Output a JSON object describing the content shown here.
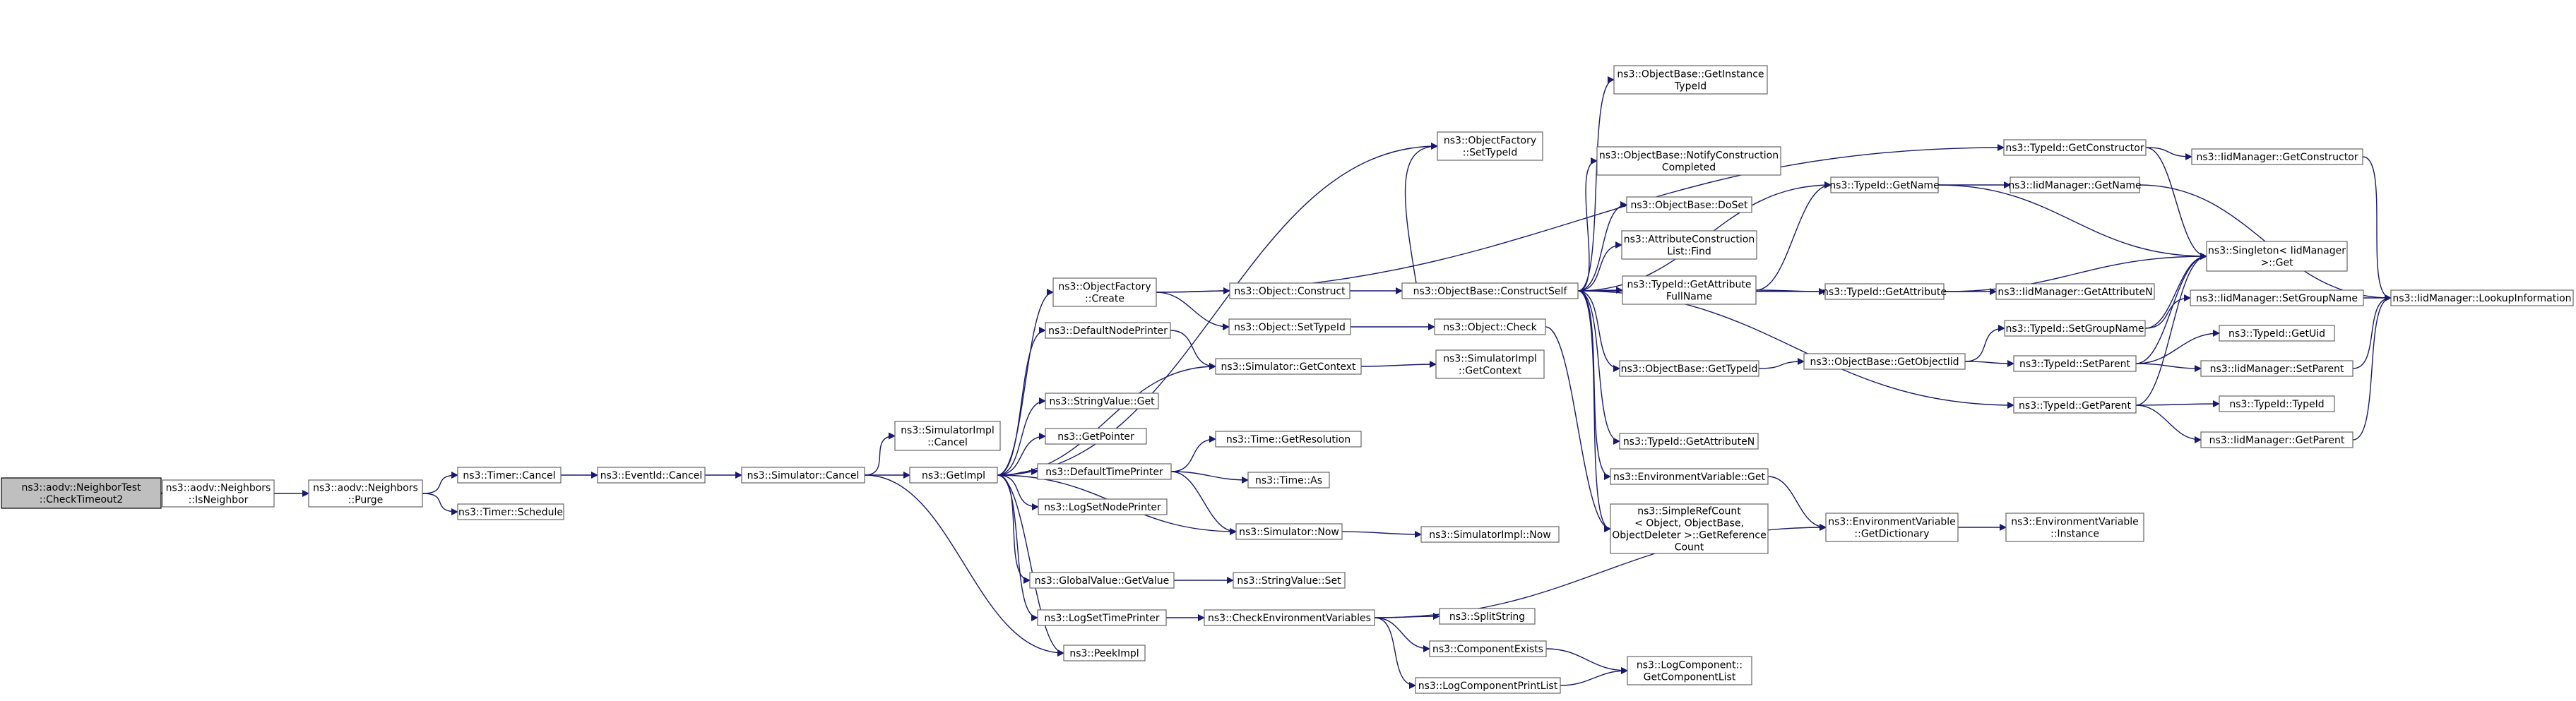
{
  "graph": {
    "colors": {
      "node_fill": "#ffffff",
      "node_stroke": "#666666",
      "root_fill": "#bfbfbf",
      "root_stroke": "#000000",
      "edge": "#191970"
    },
    "nodes": [
      {
        "id": "root",
        "lines": [
          "ns3::aodv::NeighborTest",
          "::CheckTimeout2"
        ],
        "root": true
      },
      {
        "id": "isneighbor",
        "lines": [
          "ns3::aodv::Neighbors",
          "::IsNeighbor"
        ]
      },
      {
        "id": "purge",
        "lines": [
          "ns3::aodv::Neighbors",
          "::Purge"
        ]
      },
      {
        "id": "timercancel",
        "lines": [
          "ns3::Timer::Cancel"
        ]
      },
      {
        "id": "timerschedule",
        "lines": [
          "ns3::Timer::Schedule"
        ]
      },
      {
        "id": "eventcancel",
        "lines": [
          "ns3::EventId::Cancel"
        ]
      },
      {
        "id": "simcancel",
        "lines": [
          "ns3::Simulator::Cancel"
        ]
      },
      {
        "id": "simimplcancel",
        "lines": [
          "ns3::SimulatorImpl",
          "::Cancel"
        ]
      },
      {
        "id": "getimpl",
        "lines": [
          "ns3::GetImpl"
        ]
      },
      {
        "id": "ofcreate",
        "lines": [
          "ns3::ObjectFactory",
          "::Create"
        ]
      },
      {
        "id": "defnodeprinter",
        "lines": [
          "ns3::DefaultNodePrinter"
        ]
      },
      {
        "id": "strvalget",
        "lines": [
          "ns3::StringValue::Get"
        ]
      },
      {
        "id": "getpointer",
        "lines": [
          "ns3::GetPointer"
        ]
      },
      {
        "id": "deftimeprinter",
        "lines": [
          "ns3::DefaultTimePrinter"
        ]
      },
      {
        "id": "logsetnodeprinter",
        "lines": [
          "ns3::LogSetNodePrinter"
        ]
      },
      {
        "id": "gvgetvalue",
        "lines": [
          "ns3::GlobalValue::GetValue"
        ]
      },
      {
        "id": "logsettimeprinter",
        "lines": [
          "ns3::LogSetTimePrinter"
        ]
      },
      {
        "id": "peekimpl",
        "lines": [
          "ns3::PeekImpl"
        ]
      },
      {
        "id": "objconstruct",
        "lines": [
          "ns3::Object::Construct"
        ]
      },
      {
        "id": "objsettypeid",
        "lines": [
          "ns3::Object::SetTypeId"
        ]
      },
      {
        "id": "simgetcontext",
        "lines": [
          "ns3::Simulator::GetContext"
        ]
      },
      {
        "id": "timegetres",
        "lines": [
          "ns3::Time::GetResolution"
        ]
      },
      {
        "id": "timeas",
        "lines": [
          "ns3::Time::As"
        ]
      },
      {
        "id": "simnow",
        "lines": [
          "ns3::Simulator::Now"
        ]
      },
      {
        "id": "strvalset",
        "lines": [
          "ns3::StringValue::Set"
        ]
      },
      {
        "id": "checkenv",
        "lines": [
          "ns3::CheckEnvironmentVariables"
        ]
      },
      {
        "id": "ofsettypeid",
        "lines": [
          "ns3::ObjectFactory",
          "::SetTypeId"
        ]
      },
      {
        "id": "constructself",
        "lines": [
          "ns3::ObjectBase::ConstructSelf"
        ]
      },
      {
        "id": "objcheck",
        "lines": [
          "ns3::Object::Check"
        ]
      },
      {
        "id": "simimplgetcontext",
        "lines": [
          "ns3::SimulatorImpl",
          "::GetContext"
        ]
      },
      {
        "id": "simimplnow",
        "lines": [
          "ns3::SimulatorImpl::Now"
        ]
      },
      {
        "id": "splitstring",
        "lines": [
          "ns3::SplitString"
        ]
      },
      {
        "id": "compexists",
        "lines": [
          "ns3::ComponentExists"
        ]
      },
      {
        "id": "logcompprint",
        "lines": [
          "ns3::LogComponentPrintList"
        ]
      },
      {
        "id": "obgetinstance",
        "lines": [
          "ns3::ObjectBase::GetInstance",
          "TypeId"
        ]
      },
      {
        "id": "obnotify",
        "lines": [
          "ns3::ObjectBase::NotifyConstruction",
          "Completed"
        ]
      },
      {
        "id": "obdoset",
        "lines": [
          "ns3::ObjectBase::DoSet"
        ]
      },
      {
        "id": "attrconstruct",
        "lines": [
          "ns3::AttributeConstruction",
          "List::Find"
        ]
      },
      {
        "id": "tidgetattrfull",
        "lines": [
          "ns3::TypeId::GetAttribute",
          "FullName"
        ]
      },
      {
        "id": "obgettypeid",
        "lines": [
          "ns3::ObjectBase::GetTypeId"
        ]
      },
      {
        "id": "tidgetattrn",
        "lines": [
          "ns3::TypeId::GetAttributeN"
        ]
      },
      {
        "id": "envget",
        "lines": [
          "ns3::EnvironmentVariable::Get"
        ]
      },
      {
        "id": "simplerefcount",
        "lines": [
          "ns3::SimpleRefCount",
          "< Object, ObjectBase,",
          "ObjectDeleter >::GetReference",
          "Count"
        ]
      },
      {
        "id": "logcompgetlist",
        "lines": [
          "ns3::LogComponent::",
          "GetComponentList"
        ]
      },
      {
        "id": "tidgetname",
        "lines": [
          "ns3::TypeId::GetName"
        ]
      },
      {
        "id": "tidgetattr",
        "lines": [
          "ns3::TypeId::GetAttribute"
        ]
      },
      {
        "id": "obgetobjectiid",
        "lines": [
          "ns3::ObjectBase::GetObjectIid"
        ]
      },
      {
        "id": "envgetdict",
        "lines": [
          "ns3::EnvironmentVariable",
          "::GetDictionary"
        ]
      },
      {
        "id": "tidgetconstructor",
        "lines": [
          "ns3::TypeId::GetConstructor"
        ]
      },
      {
        "id": "tidsetgroupname",
        "lines": [
          "ns3::TypeId::SetGroupName"
        ]
      },
      {
        "id": "tidsetparent",
        "lines": [
          "ns3::TypeId::SetParent"
        ]
      },
      {
        "id": "tidgetparent",
        "lines": [
          "ns3::TypeId::GetParent"
        ]
      },
      {
        "id": "envinstance",
        "lines": [
          "ns3::EnvironmentVariable",
          "::Instance"
        ]
      },
      {
        "id": "iidgetname",
        "lines": [
          "ns3::IidManager::GetName"
        ]
      },
      {
        "id": "iidgetattrn",
        "lines": [
          "ns3::IidManager::GetAttributeN"
        ]
      },
      {
        "id": "iidgetconstructor",
        "lines": [
          "ns3::IidManager::GetConstructor"
        ]
      },
      {
        "id": "singletonget",
        "lines": [
          "ns3::Singleton< IidManager",
          " >::Get"
        ]
      },
      {
        "id": "iidsetgroupname",
        "lines": [
          "ns3::IidManager::SetGroupName"
        ]
      },
      {
        "id": "tidgetuid",
        "lines": [
          "ns3::TypeId::GetUid"
        ]
      },
      {
        "id": "iidsetparent",
        "lines": [
          "ns3::IidManager::SetParent"
        ]
      },
      {
        "id": "tidtypeid",
        "lines": [
          "ns3::TypeId::TypeId"
        ]
      },
      {
        "id": "iidgetparent",
        "lines": [
          "ns3::IidManager::GetParent"
        ]
      },
      {
        "id": "iidlookup",
        "lines": [
          "ns3::IidManager::LookupInformation"
        ]
      }
    ],
    "edges": [
      [
        "root",
        "isneighbor"
      ],
      [
        "isneighbor",
        "purge"
      ],
      [
        "purge",
        "timercancel"
      ],
      [
        "purge",
        "timerschedule"
      ],
      [
        "timercancel",
        "eventcancel"
      ],
      [
        "eventcancel",
        "simcancel"
      ],
      [
        "simcancel",
        "simimplcancel"
      ],
      [
        "simcancel",
        "getimpl"
      ],
      [
        "simcancel",
        "peekimpl"
      ],
      [
        "getimpl",
        "ofcreate"
      ],
      [
        "getimpl",
        "defnodeprinter"
      ],
      [
        "getimpl",
        "strvalget"
      ],
      [
        "getimpl",
        "getpointer"
      ],
      [
        "getimpl",
        "deftimeprinter"
      ],
      [
        "getimpl",
        "logsetnodeprinter"
      ],
      [
        "getimpl",
        "gvgetvalue"
      ],
      [
        "getimpl",
        "logsettimeprinter"
      ],
      [
        "getimpl",
        "peekimpl"
      ],
      [
        "getimpl",
        "ofsettypeid"
      ],
      [
        "getimpl",
        "simgetcontext"
      ],
      [
        "getimpl",
        "simnow"
      ],
      [
        "ofcreate",
        "objconstruct"
      ],
      [
        "ofcreate",
        "objsettypeid"
      ],
      [
        "ofcreate",
        "tidgetconstructor"
      ],
      [
        "defnodeprinter",
        "simgetcontext"
      ],
      [
        "deftimeprinter",
        "timegetres"
      ],
      [
        "deftimeprinter",
        "timeas"
      ],
      [
        "deftimeprinter",
        "simnow"
      ],
      [
        "gvgetvalue",
        "strvalset"
      ],
      [
        "logsettimeprinter",
        "checkenv"
      ],
      [
        "objconstruct",
        "constructself"
      ],
      [
        "objsettypeid",
        "objcheck"
      ],
      [
        "simgetcontext",
        "simimplgetcontext"
      ],
      [
        "simnow",
        "simimplnow"
      ],
      [
        "checkenv",
        "splitstring"
      ],
      [
        "checkenv",
        "compexists"
      ],
      [
        "checkenv",
        "logcompprint"
      ],
      [
        "checkenv",
        "envgetdict"
      ],
      [
        "constructself",
        "obgetinstance"
      ],
      [
        "constructself",
        "obnotify"
      ],
      [
        "constructself",
        "obdoset"
      ],
      [
        "constructself",
        "attrconstruct"
      ],
      [
        "constructself",
        "tidgetattrfull"
      ],
      [
        "constructself",
        "obgettypeid"
      ],
      [
        "constructself",
        "tidgetattrn"
      ],
      [
        "constructself",
        "envget"
      ],
      [
        "constructself",
        "simplerefcount"
      ],
      [
        "constructself",
        "tidgetname"
      ],
      [
        "constructself",
        "tidgetattr"
      ],
      [
        "constructself",
        "tidgetparent"
      ],
      [
        "constructself",
        "ofsettypeid"
      ],
      [
        "objcheck",
        "simplerefcount"
      ],
      [
        "compexists",
        "logcompgetlist"
      ],
      [
        "logcompprint",
        "logcompgetlist"
      ],
      [
        "tidgetattrfull",
        "tidgetname"
      ],
      [
        "tidgetattrfull",
        "tidgetattr"
      ],
      [
        "obgettypeid",
        "obgetobjectiid"
      ],
      [
        "envget",
        "envgetdict"
      ],
      [
        "tidgetname",
        "iidgetname"
      ],
      [
        "tidgetname",
        "singletonget"
      ],
      [
        "tidgetattr",
        "iidgetattrn"
      ],
      [
        "tidgetattr",
        "singletonget"
      ],
      [
        "obgetobjectiid",
        "tidsetgroupname"
      ],
      [
        "obgetobjectiid",
        "tidsetparent"
      ],
      [
        "envgetdict",
        "envinstance"
      ],
      [
        "tidgetconstructor",
        "iidgetconstructor"
      ],
      [
        "tidgetconstructor",
        "singletonget"
      ],
      [
        "tidsetgroupname",
        "iidsetgroupname"
      ],
      [
        "tidsetgroupname",
        "singletonget"
      ],
      [
        "tidsetparent",
        "tidgetuid"
      ],
      [
        "tidsetparent",
        "iidsetparent"
      ],
      [
        "tidsetparent",
        "singletonget"
      ],
      [
        "tidgetparent",
        "tidtypeid"
      ],
      [
        "tidgetparent",
        "iidgetparent"
      ],
      [
        "tidgetparent",
        "singletonget"
      ],
      [
        "iidgetname",
        "iidlookup"
      ],
      [
        "iidgetconstructor",
        "iidlookup"
      ],
      [
        "iidsetgroupname",
        "iidlookup"
      ],
      [
        "iidsetparent",
        "iidlookup"
      ],
      [
        "iidgetparent",
        "iidlookup"
      ]
    ]
  }
}
